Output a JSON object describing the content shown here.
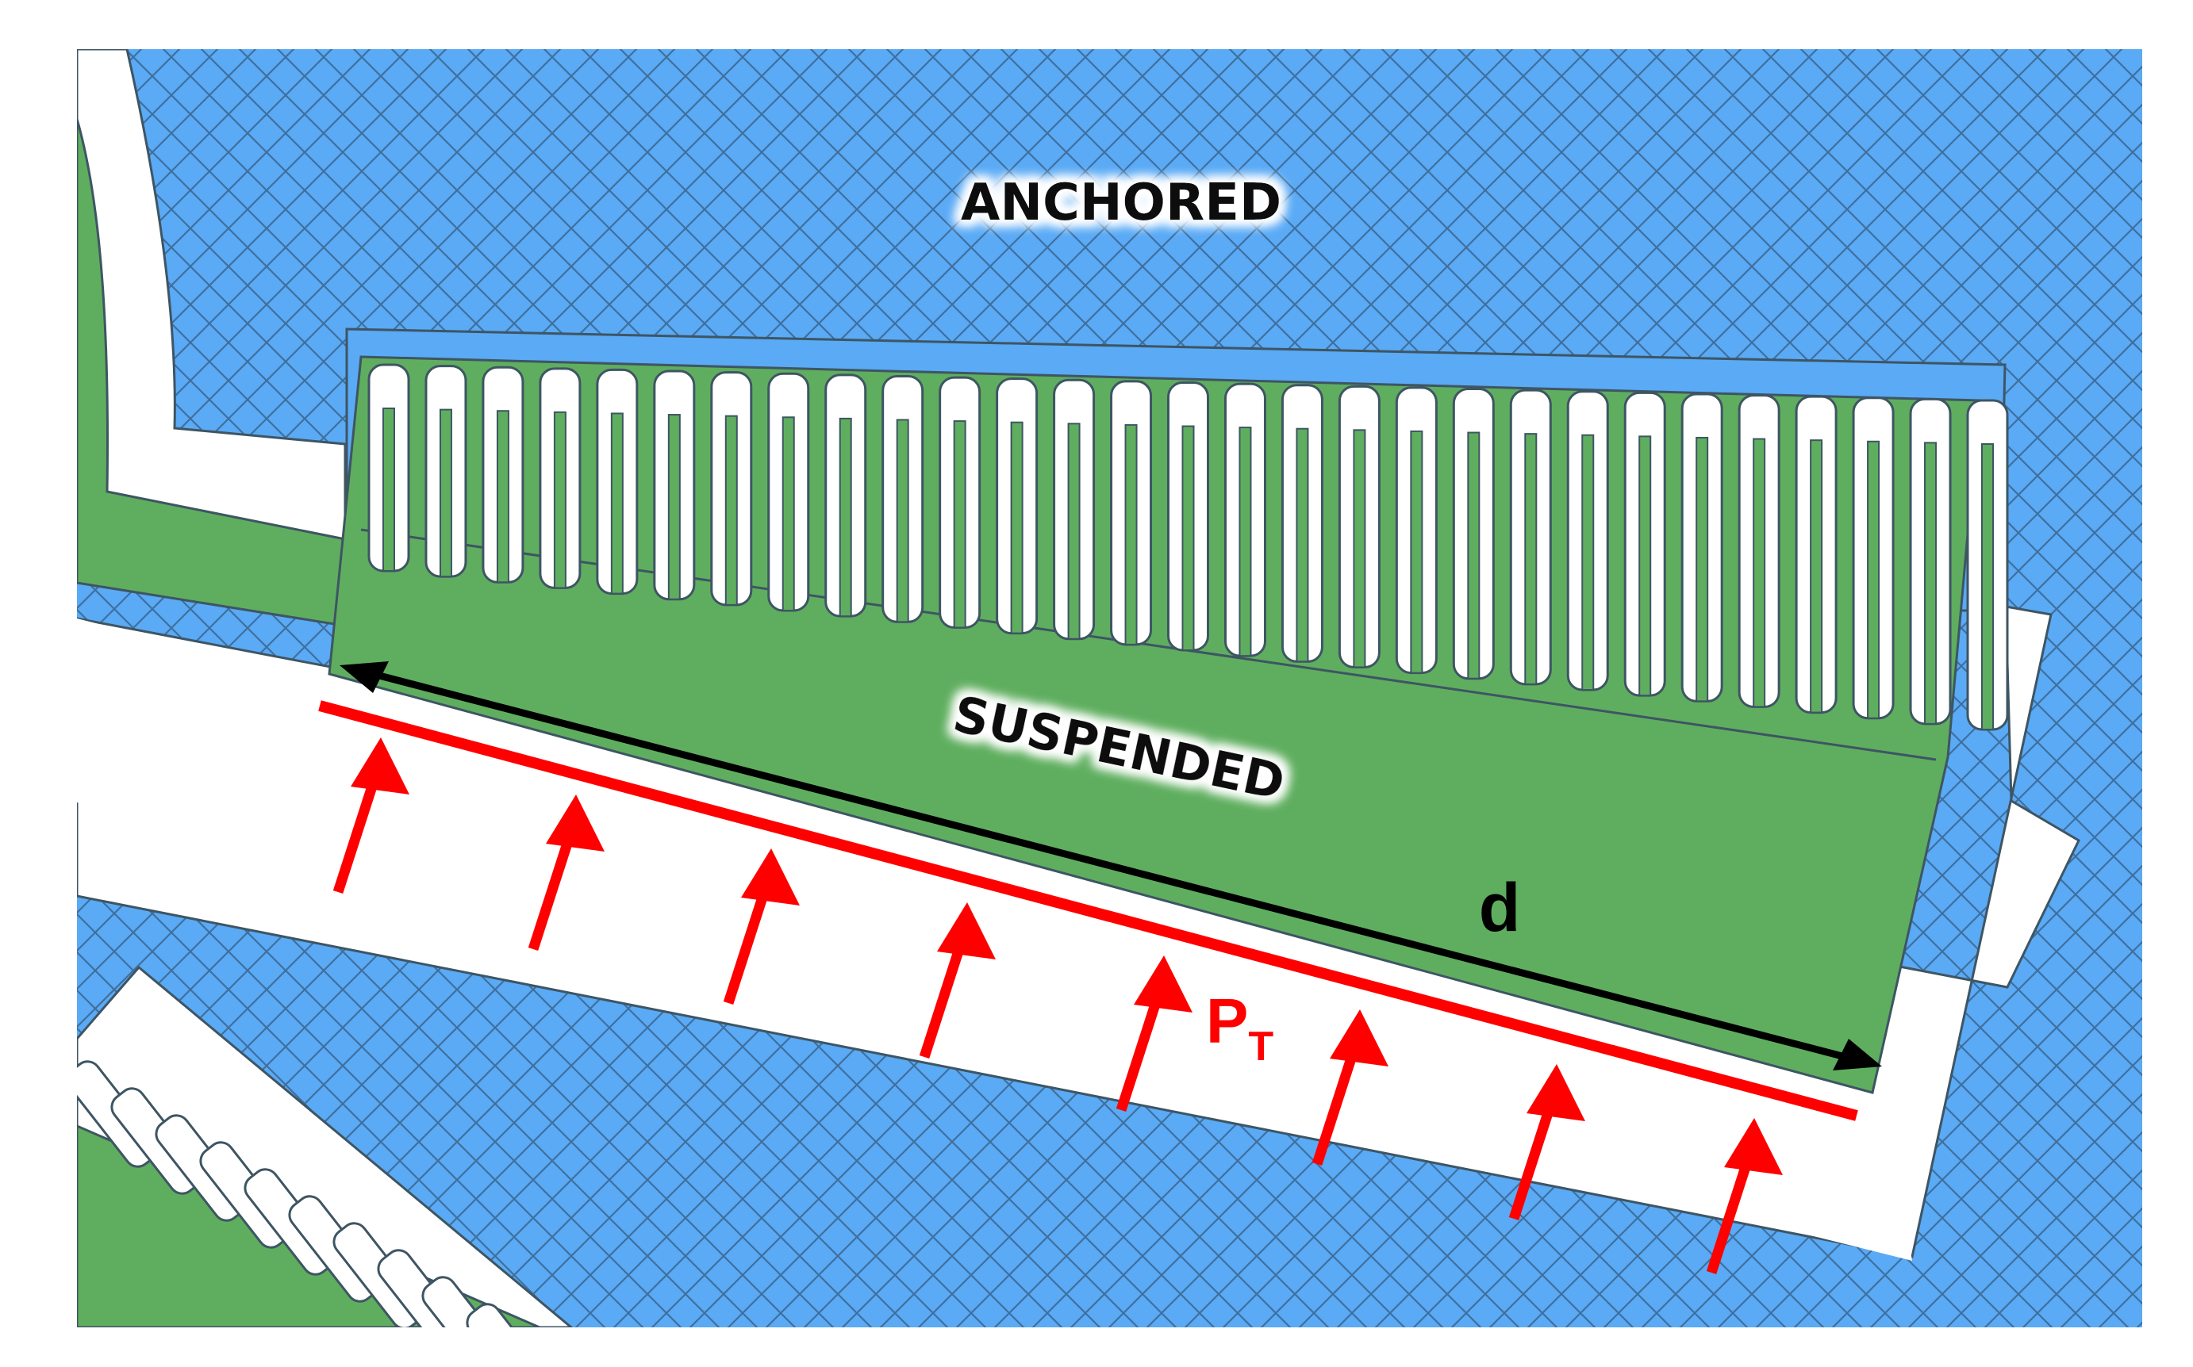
{
  "labels": {
    "anchored": "ANCHORED",
    "suspended": "SUSPENDED",
    "distance": "d",
    "pressure_main": "P",
    "pressure_sub": "T"
  },
  "colors": {
    "anchored_fill": "#5aaaf5",
    "anchored_hatch": "#3f6f9e",
    "suspended_fill": "#5fae5f",
    "gap": "#ffffff",
    "outline": "#3e5563",
    "pressure": "#ff0000",
    "dimension": "#000000"
  },
  "components": {
    "anchored_region": "anchored substrate",
    "suspended_region": "suspended plate",
    "comb_fingers": "interdigitated comb fingers",
    "pressure_arrows": "distributed load arrows",
    "dimension_arrow": "length dimension"
  }
}
